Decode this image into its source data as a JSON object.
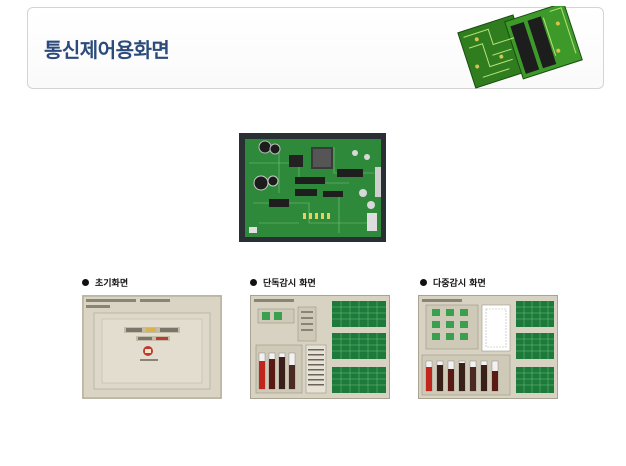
{
  "header": {
    "title": "통신제어용화면"
  },
  "sections": [
    {
      "label": "초기화면",
      "icon": "bullet-icon"
    },
    {
      "label": "단독감시  화면",
      "icon": "bullet-icon"
    },
    {
      "label": "다중감시  화면",
      "icon": "bullet-icon"
    }
  ],
  "colors": {
    "title": "#2c4a7a",
    "border": "#d4d4d4",
    "panel": "#d8d2c2",
    "grid_green": "#1e7a3a"
  }
}
